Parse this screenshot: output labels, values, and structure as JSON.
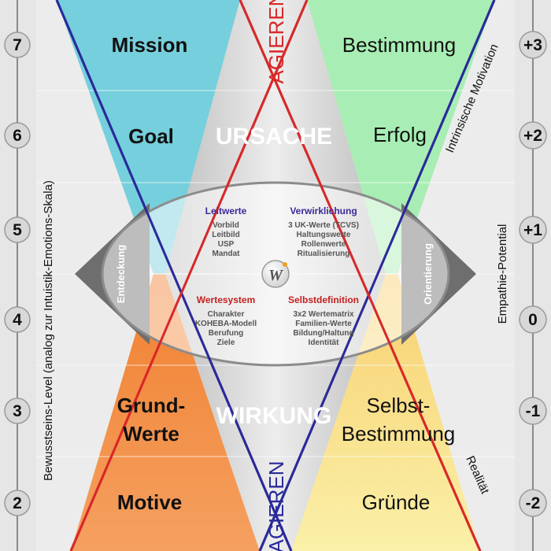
{
  "left_scale": {
    "label": "Bewusstseins-Level (analog zur Intuistik-Emotions-Skala)",
    "levels": [
      "7",
      "6",
      "5",
      "4",
      "3",
      "2"
    ]
  },
  "right_scale": {
    "label": "Empathie-Potential",
    "levels": [
      "+3",
      "+2",
      "+1",
      "0",
      "-1",
      "-2"
    ]
  },
  "left_column": {
    "mission": "Mission",
    "goal": "Goal",
    "grund_line1": "Grund-",
    "grund_line2": "Werte",
    "motive": "Motive"
  },
  "right_column": {
    "bestimmung": "Bestimmung",
    "erfolg": "Erfolg",
    "selbst_line1": "Selbst-",
    "selbst_line2": "Bestimmung",
    "gruende": "Gründe"
  },
  "center": {
    "agieren_top": "AGIEREN",
    "ursache": "URSACHE",
    "wirkung": "WIRKUNG",
    "agieren_bottom": "AGIEREN"
  },
  "diagonal_labels": {
    "intrinsic": "Intrinsische Motivation",
    "realitaet": "Realität"
  },
  "eye": {
    "left_label": "Entdeckung",
    "right_label": "Orientierung",
    "logo_letter": "W",
    "quadrants": {
      "leitwerte": {
        "title": "Leitwerte",
        "items": [
          "Vorbild",
          "Leitbild",
          "USP",
          "Mandat"
        ]
      },
      "verwirklichung": {
        "title": "Verwirklichung",
        "items": [
          "3 UK-Werte (TCVS)",
          "Haltungswerte",
          "Rollenwerte",
          "Ritualisierung"
        ]
      },
      "wertesystem": {
        "title": "Wertesystem",
        "items": [
          "Charakter",
          "KOHEBA-Modell",
          "Berufung",
          "Ziele"
        ]
      },
      "selbstdefinition": {
        "title": "Selbstdefinition",
        "items": [
          "3x2 Wertematrix",
          "Familien-Werte",
          "Bildung/Haltung",
          "Identität"
        ]
      }
    }
  },
  "colors": {
    "mission_cyan": "#76cfdc",
    "bestimmung_green": "#a8eeb4",
    "orange": "#f4893a",
    "yellow": "#f8dc86",
    "blue_line": "#2a2a9a",
    "red_line": "#d82828",
    "gray_center": "#cccccc"
  }
}
